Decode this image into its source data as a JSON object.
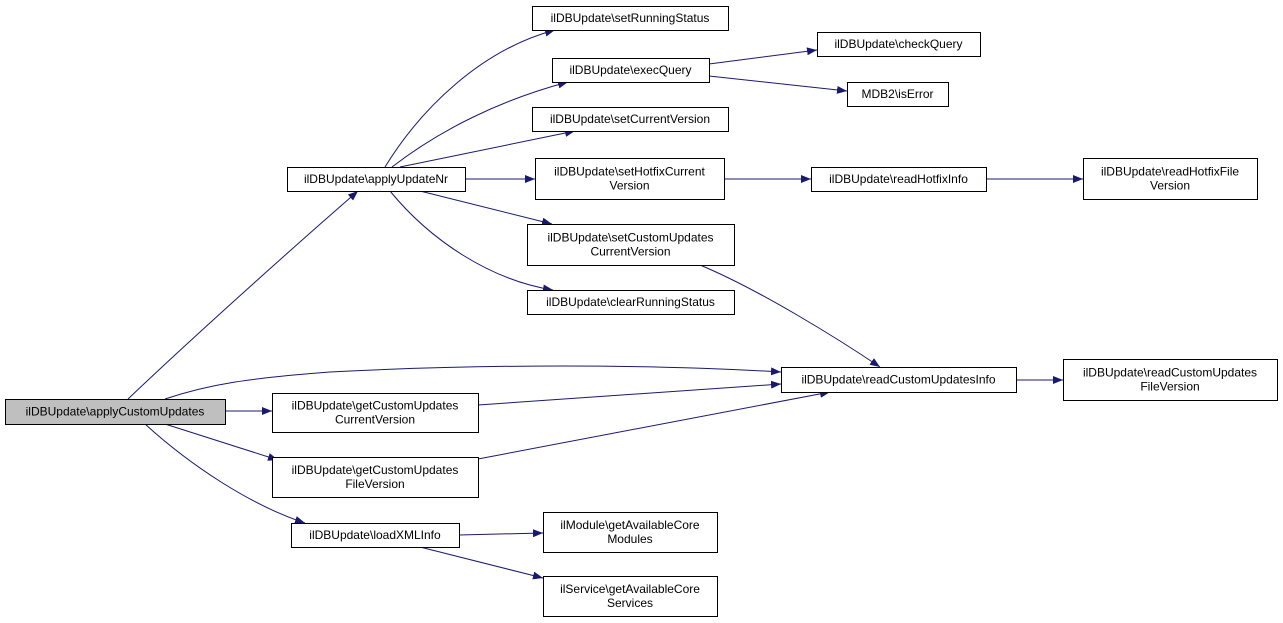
{
  "colors": {
    "edge": "#191970",
    "node_border": "#000000",
    "node_fill": "#ffffff",
    "root_fill": "#bfbfbf"
  },
  "nodes": [
    {
      "id": "applyCustomUpdates",
      "lines": [
        "ilDBUpdate\\applyCustomUpdates"
      ],
      "root": true
    },
    {
      "id": "applyUpdateNr",
      "lines": [
        "ilDBUpdate\\applyUpdateNr"
      ]
    },
    {
      "id": "setRunningStatus",
      "lines": [
        "ilDBUpdate\\setRunningStatus"
      ]
    },
    {
      "id": "execQuery",
      "lines": [
        "ilDBUpdate\\execQuery"
      ]
    },
    {
      "id": "checkQuery",
      "lines": [
        "ilDBUpdate\\checkQuery"
      ]
    },
    {
      "id": "isError",
      "lines": [
        "MDB2\\isError"
      ]
    },
    {
      "id": "setCurrentVersion",
      "lines": [
        "ilDBUpdate\\setCurrentVersion"
      ]
    },
    {
      "id": "setHotfixCurrentVersion",
      "lines": [
        "ilDBUpdate\\setHotfixCurrent",
        "Version"
      ]
    },
    {
      "id": "readHotfixInfo",
      "lines": [
        "ilDBUpdate\\readHotfixInfo"
      ]
    },
    {
      "id": "readHotfixFileVersion",
      "lines": [
        "ilDBUpdate\\readHotfixFile",
        "Version"
      ]
    },
    {
      "id": "setCustomUpdatesCurrentVersion",
      "lines": [
        "ilDBUpdate\\setCustomUpdates",
        "CurrentVersion"
      ]
    },
    {
      "id": "clearRunningStatus",
      "lines": [
        "ilDBUpdate\\clearRunningStatus"
      ]
    },
    {
      "id": "readCustomUpdatesInfo",
      "lines": [
        "ilDBUpdate\\readCustomUpdatesInfo"
      ]
    },
    {
      "id": "readCustomUpdatesFileVersion",
      "lines": [
        "ilDBUpdate\\readCustomUpdates",
        "FileVersion"
      ]
    },
    {
      "id": "getCustomUpdatesCurrentVersion",
      "lines": [
        "ilDBUpdate\\getCustomUpdates",
        "CurrentVersion"
      ]
    },
    {
      "id": "getCustomUpdatesFileVersion",
      "lines": [
        "ilDBUpdate\\getCustomUpdates",
        "FileVersion"
      ]
    },
    {
      "id": "loadXMLInfo",
      "lines": [
        "ilDBUpdate\\loadXMLInfo"
      ]
    },
    {
      "id": "getAvailableCoreModules",
      "lines": [
        "ilModule\\getAvailableCore",
        "Modules"
      ]
    },
    {
      "id": "getAvailableCoreServices",
      "lines": [
        "ilService\\getAvailableCore",
        "Services"
      ]
    }
  ],
  "edges": [
    {
      "from": "applyCustomUpdates",
      "to": "applyUpdateNr"
    },
    {
      "from": "applyCustomUpdates",
      "to": "readCustomUpdatesInfo"
    },
    {
      "from": "applyCustomUpdates",
      "to": "getCustomUpdatesCurrentVersion"
    },
    {
      "from": "applyCustomUpdates",
      "to": "getCustomUpdatesFileVersion"
    },
    {
      "from": "applyCustomUpdates",
      "to": "loadXMLInfo"
    },
    {
      "from": "applyUpdateNr",
      "to": "setRunningStatus"
    },
    {
      "from": "applyUpdateNr",
      "to": "execQuery"
    },
    {
      "from": "applyUpdateNr",
      "to": "setCurrentVersion"
    },
    {
      "from": "applyUpdateNr",
      "to": "setHotfixCurrentVersion"
    },
    {
      "from": "applyUpdateNr",
      "to": "setCustomUpdatesCurrentVersion"
    },
    {
      "from": "applyUpdateNr",
      "to": "clearRunningStatus"
    },
    {
      "from": "execQuery",
      "to": "checkQuery"
    },
    {
      "from": "execQuery",
      "to": "isError"
    },
    {
      "from": "setHotfixCurrentVersion",
      "to": "readHotfixInfo"
    },
    {
      "from": "readHotfixInfo",
      "to": "readHotfixFileVersion"
    },
    {
      "from": "setCustomUpdatesCurrentVersion",
      "to": "readCustomUpdatesInfo"
    },
    {
      "from": "readCustomUpdatesInfo",
      "to": "readCustomUpdatesFileVersion"
    },
    {
      "from": "getCustomUpdatesCurrentVersion",
      "to": "readCustomUpdatesInfo"
    },
    {
      "from": "getCustomUpdatesFileVersion",
      "to": "readCustomUpdatesInfo"
    },
    {
      "from": "loadXMLInfo",
      "to": "getAvailableCoreModules"
    },
    {
      "from": "loadXMLInfo",
      "to": "getAvailableCoreServices"
    }
  ]
}
